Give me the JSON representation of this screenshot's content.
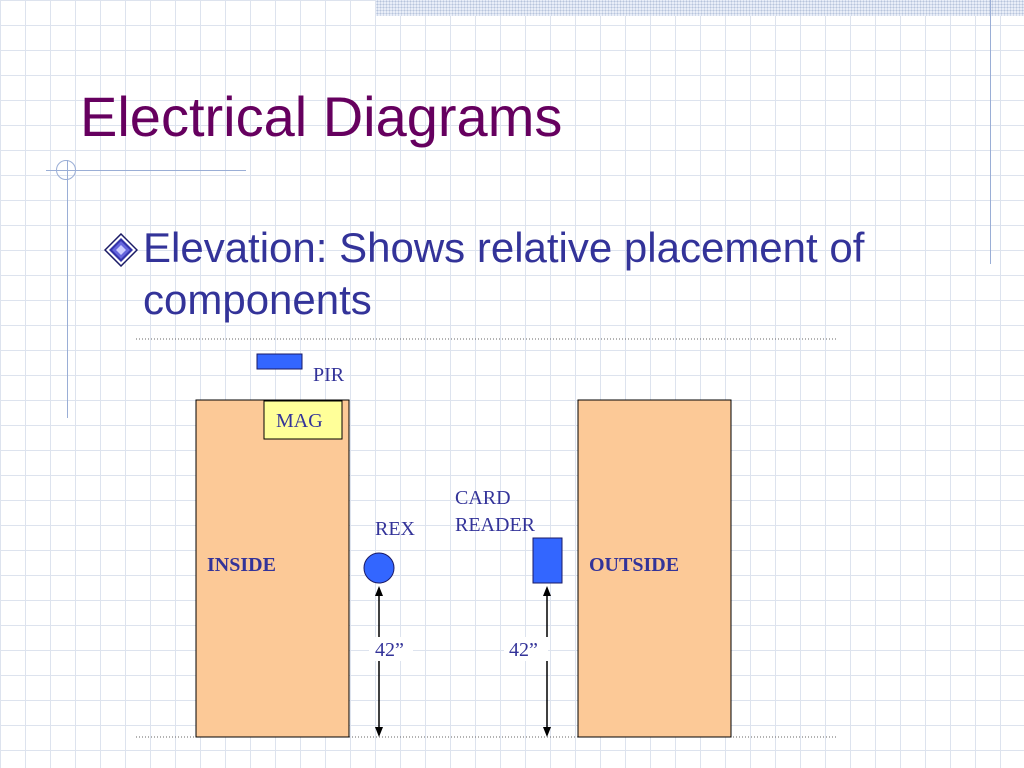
{
  "slide": {
    "title": "Electrical Diagrams",
    "bullet": "Elevation: Shows relative placement of components"
  },
  "diagram": {
    "pir_label": "PIR",
    "mag_label": "MAG",
    "inside_label": "INSIDE",
    "outside_label": "OUTSIDE",
    "rex_label": "REX",
    "card_reader_line1": "CARD",
    "card_reader_line2": "READER",
    "rex_height": "42”",
    "card_reader_height": "42”"
  },
  "colors": {
    "title": "#66005f",
    "bullet_text": "#333399",
    "wall_fill": "#fcc997",
    "mag_fill": "#ffff99",
    "device_blue": "#3366ff",
    "label_navy": "#333399"
  }
}
